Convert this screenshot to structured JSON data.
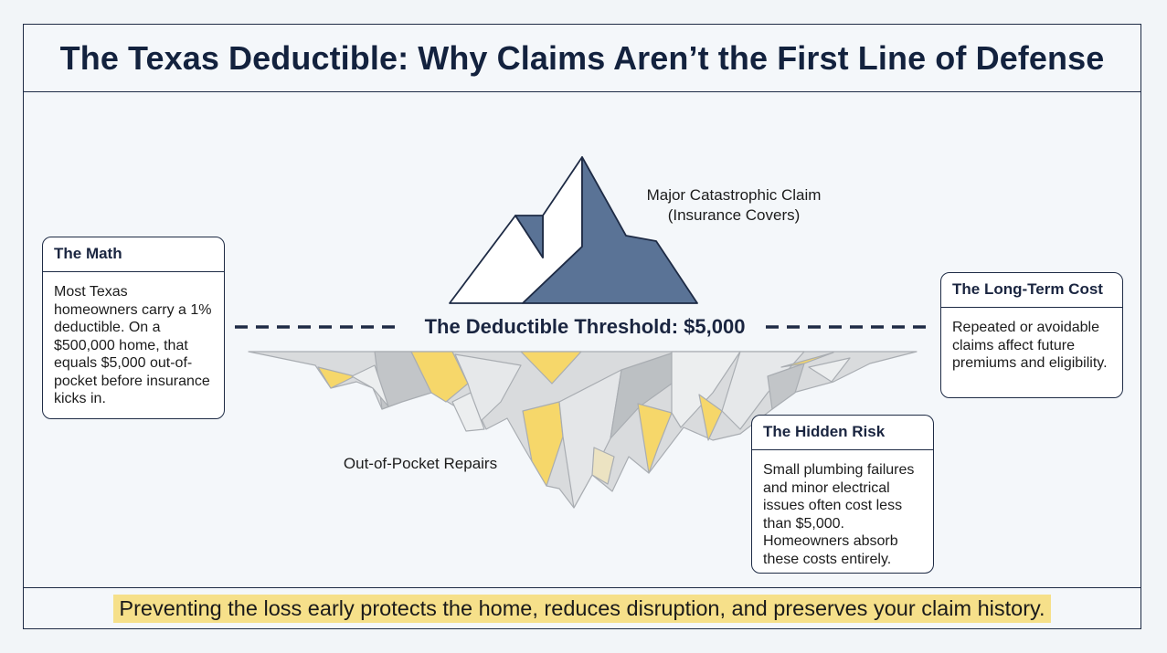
{
  "title": "The Texas Deductible: Why Claims Aren’t the First Line of Defense",
  "threshold_label": "The Deductible Threshold: $5,000",
  "above_label_line1": "Major Catastrophic Claim",
  "above_label_line2": "(Insurance Covers)",
  "below_label": "Out-of-Pocket Repairs",
  "cards": {
    "math": {
      "title": "The Math",
      "body": "Most Texas homeowners carry a 1% deductible. On a $500,000 home, that equals $5,000 out-of-pocket before insurance kicks in."
    },
    "long_term": {
      "title": "The Long-Term Cost",
      "body": "Repeated or avoidable claims affect future premiums and eligibility."
    },
    "hidden_risk": {
      "title": "The Hidden Risk",
      "body": "Small plumbing failures and minor electrical issues often cost less than $5,000. Homeowners absorb these costs entirely."
    }
  },
  "footer": "Preventing the loss early protects the home, reduces disruption, and preserves your claim history.",
  "colors": {
    "navy": "#1e2b45",
    "peak_blue": "#5a7396",
    "gray": "#d8dadc",
    "gray_dark": "#c0c3c6",
    "yellow": "#f6d76a",
    "highlight": "#f6e08a"
  },
  "icons": {
    "iceberg_tip": "mountain-peak",
    "iceberg_base": "submerged-iceberg"
  }
}
